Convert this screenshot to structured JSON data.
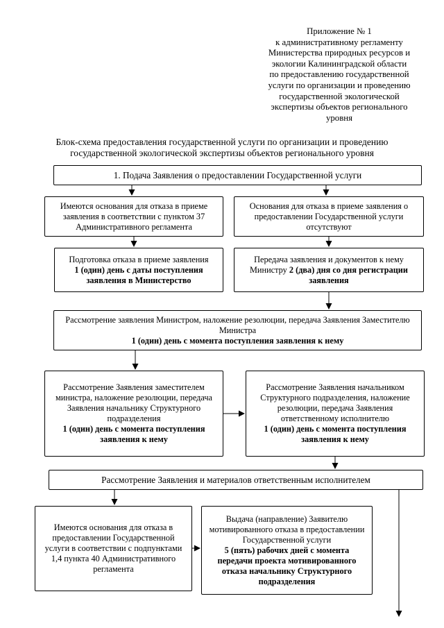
{
  "page": {
    "appendix_lines": [
      "Приложение № 1",
      "к административному регламенту",
      "Министерства природных ресурсов и",
      "экологии Калининградской области",
      "по предоставлению государственной",
      "услуги по организации и проведению",
      "государственной экологической",
      "экспертизы объектов регионального",
      "уровня"
    ],
    "title": "Блок-схема предоставления государственной услуги по организации и проведению государственной экологической экспертизы объектов регионального уровня"
  },
  "flow": {
    "step1": {
      "text": "1. Подача Заявления о предоставлении Государственной услуги"
    },
    "refusal_grounds_exist": {
      "text": "Имеются основания для отказа в приеме заявления в соответствии с пунктом 37 Административного регламента"
    },
    "no_refusal_grounds": {
      "text": "Основания для отказа в приеме заявления о предоставлении Государственной услуги отсутствуют"
    },
    "prepare_refusal": {
      "text": "Подготовка отказа в приеме заявления",
      "bold": "1 (один) день с даты поступления заявления в Министерство"
    },
    "transfer_to_minister": {
      "text": "Передача заявления и документов к нему Министру",
      "bold": "2 (два) дня со дня регистрации заявления"
    },
    "minister_review": {
      "text": "Рассмотрение заявления Министром, наложение резолюции, передача Заявления Заместителю Министра",
      "bold": "1 (один) день с момента поступления заявления к нему"
    },
    "deputy_minister_review": {
      "text": "Рассмотрение Заявления заместителем министра, наложение резолюции, передача Заявления начальнику Структурного подразделения",
      "bold": "1 (один) день с момента поступления заявления к нему"
    },
    "unit_head_review": {
      "text": "Рассмотрение Заявления начальником Структурного подразделения, наложение резолюции, передача Заявления ответственному исполнителю",
      "bold": "1 (один) день с момента поступления заявления к нему"
    },
    "executor_review": {
      "text": "Рассмотрение Заявления и материалов ответственным исполнителем"
    },
    "denial_grounds": {
      "text": "Имеются основания для отказа в предоставлении Государственной услуги в соответствии с подпунктами 1,4 пункта 40 Административного регламента"
    },
    "issue_denial": {
      "text": "Выдача (направление) Заявителю мотивированного отказа в предоставлении Государственной услуги",
      "bold": "5 (пять) рабочих дней с момента передачи проекта мотивированного отказа начальнику Структурного подразделения"
    }
  }
}
